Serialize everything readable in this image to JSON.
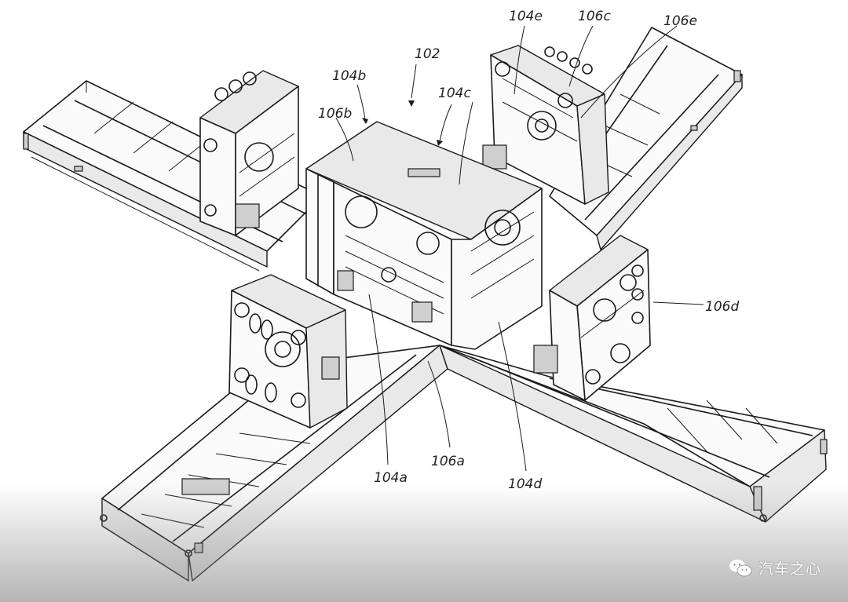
{
  "figure": {
    "labels": {
      "l102": "102",
      "l104a": "104a",
      "l104b": "104b",
      "l104c": "104c",
      "l104d": "104d",
      "l104e": "104e",
      "l106a": "106a",
      "l106b": "106b",
      "l106c": "106c",
      "l106d": "106d",
      "l106e": "106e"
    }
  },
  "watermark": {
    "text": "汽车之心",
    "icon": "wechat-icon"
  }
}
